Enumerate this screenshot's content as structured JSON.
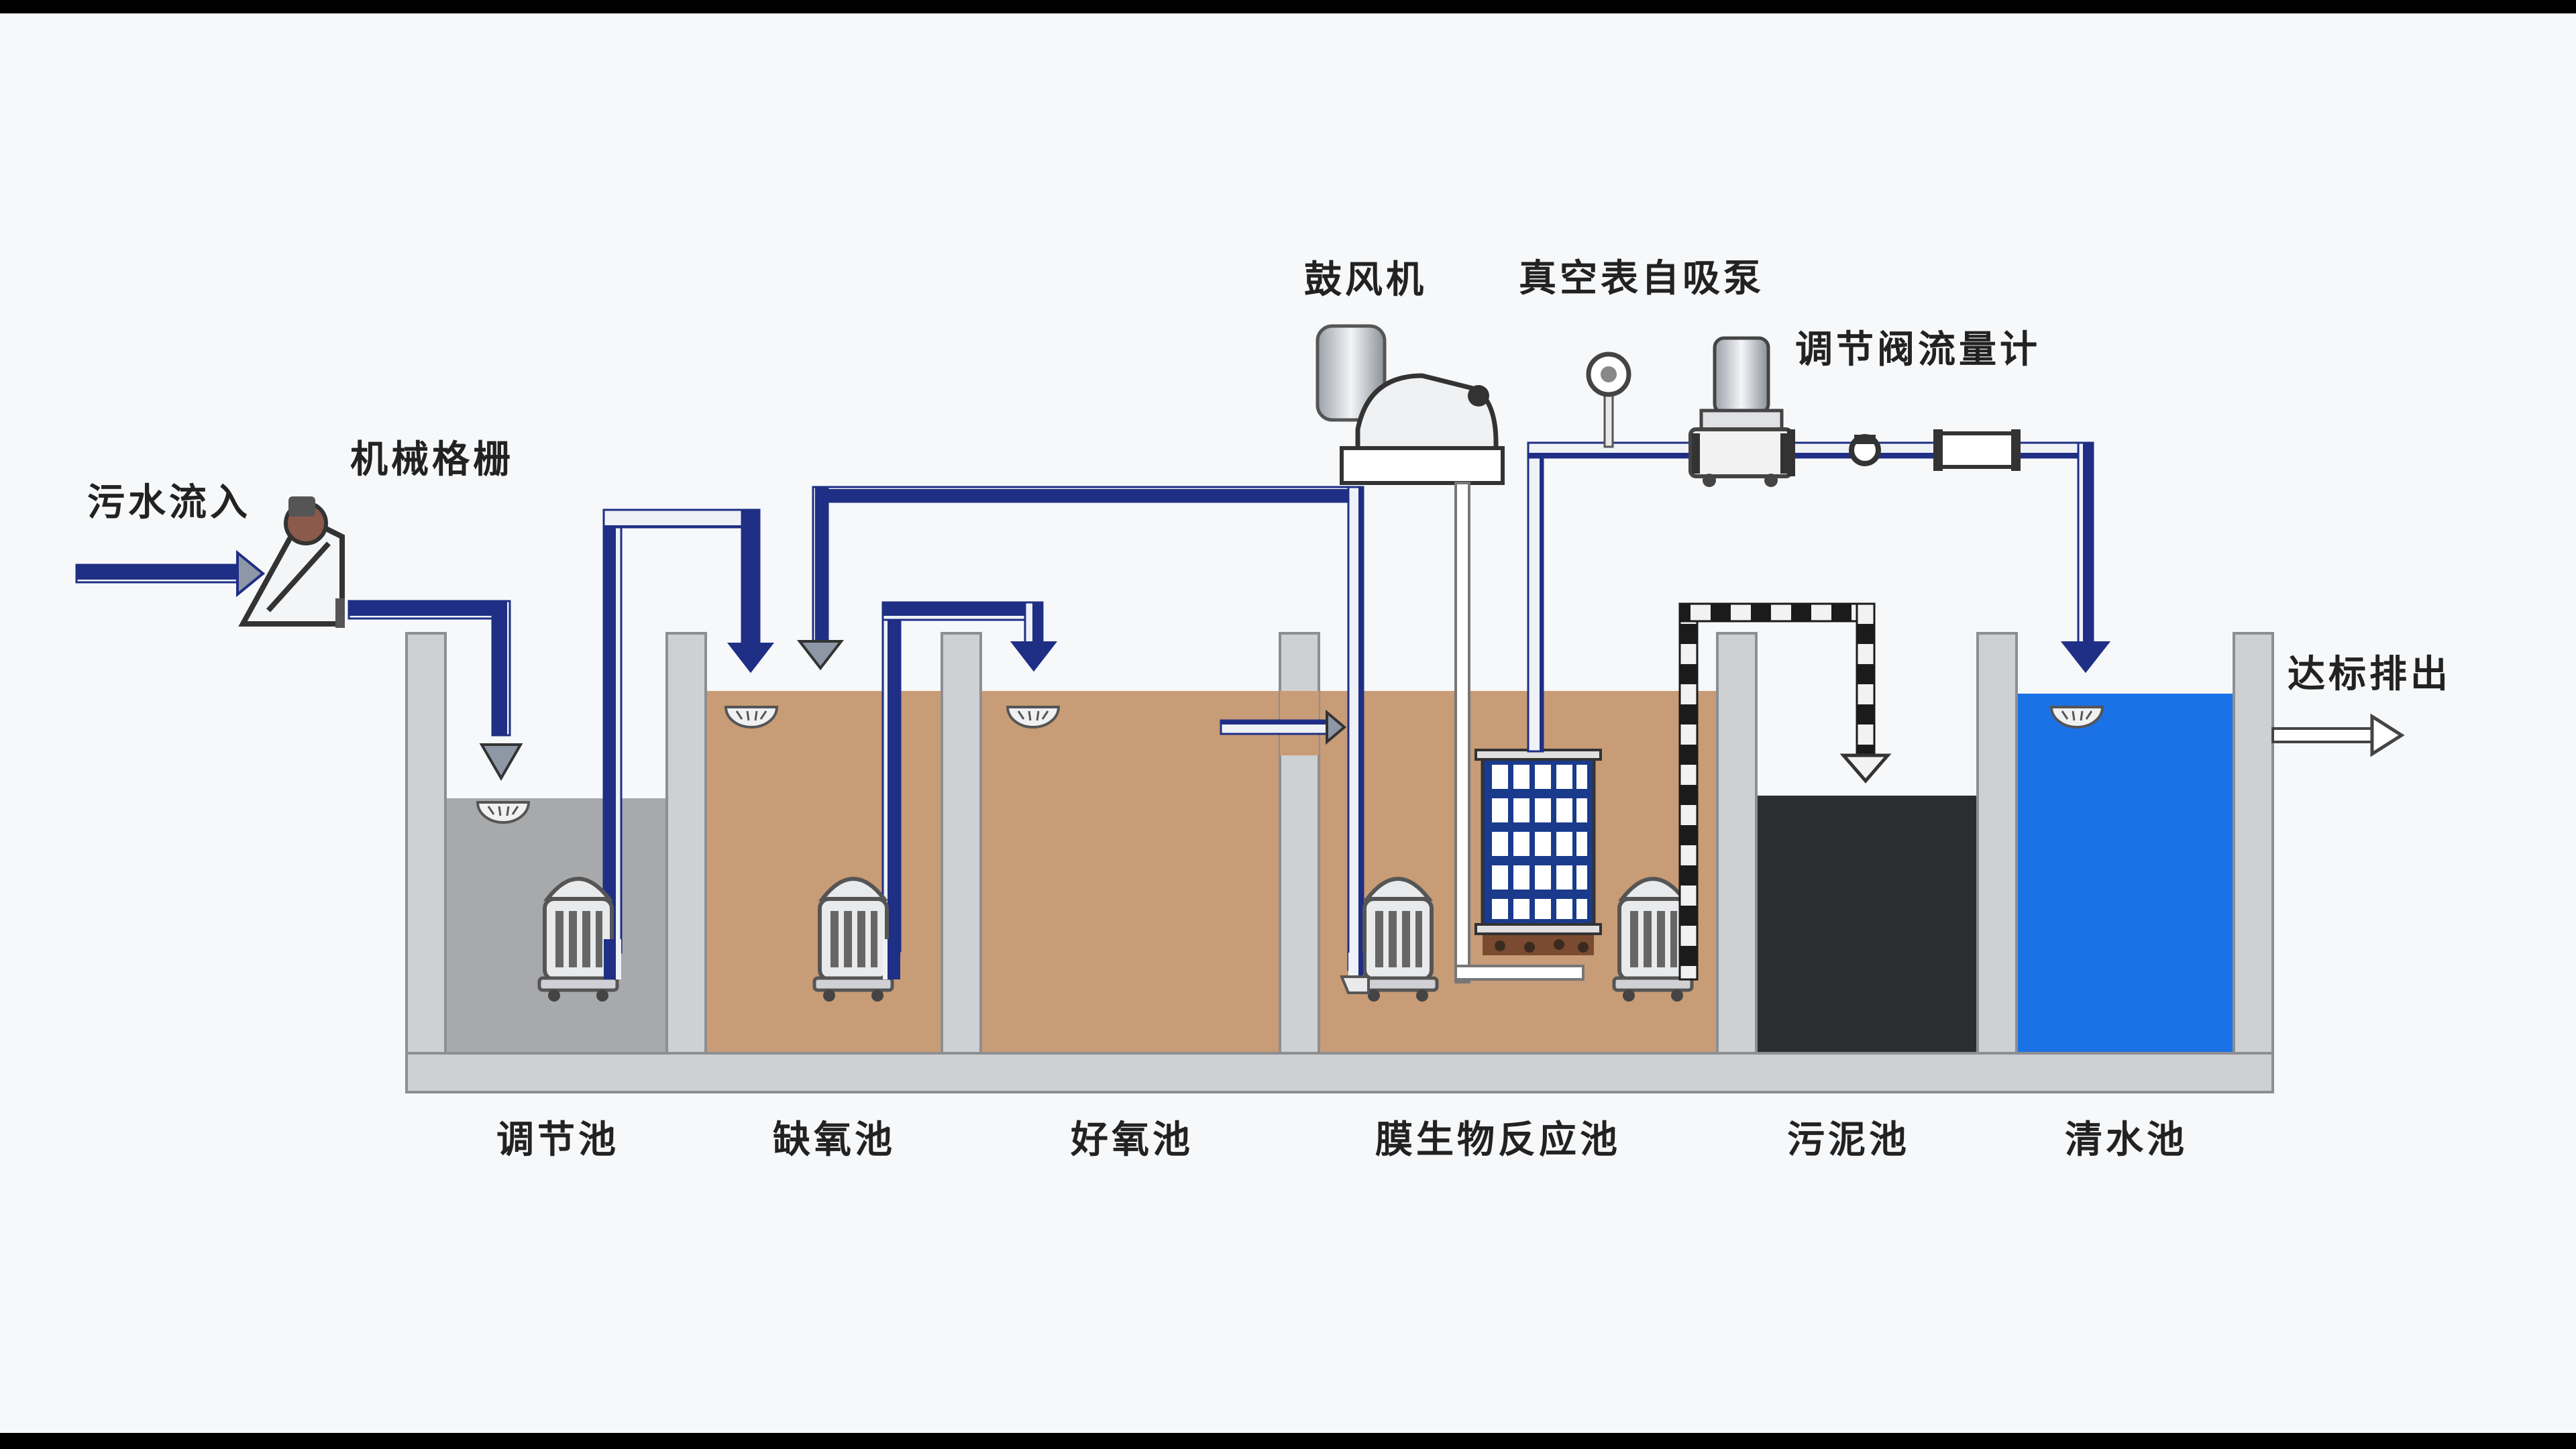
{
  "labels": {
    "sewage_inflow": "污水流入",
    "mechanical_screen": "机械格栅",
    "blower": "鼓风机",
    "vacuum_gauge_pump": "真空表自吸泵",
    "valve_flowmeter": "调节阀流量计",
    "discharge": "达标排出"
  },
  "tanks": [
    {
      "name": "调节池",
      "color": "#a8a9ab"
    },
    {
      "name": "缺氧池",
      "color": "#c89c76"
    },
    {
      "name": "好氧池",
      "color": "#c89c76"
    },
    {
      "name": "膜生物反应池",
      "color": "#c89c76"
    },
    {
      "name": "污泥池",
      "color": "#2c2d30"
    },
    {
      "name": "清水池",
      "color": "#1a72e6"
    }
  ],
  "colors": {
    "wall": "#cfd0d2",
    "wall_edge": "#8d8e92",
    "pipe_blue": "#1f2f85",
    "pipe_light": "#e8edf4",
    "pipe_dark": "#1b1b1b"
  }
}
